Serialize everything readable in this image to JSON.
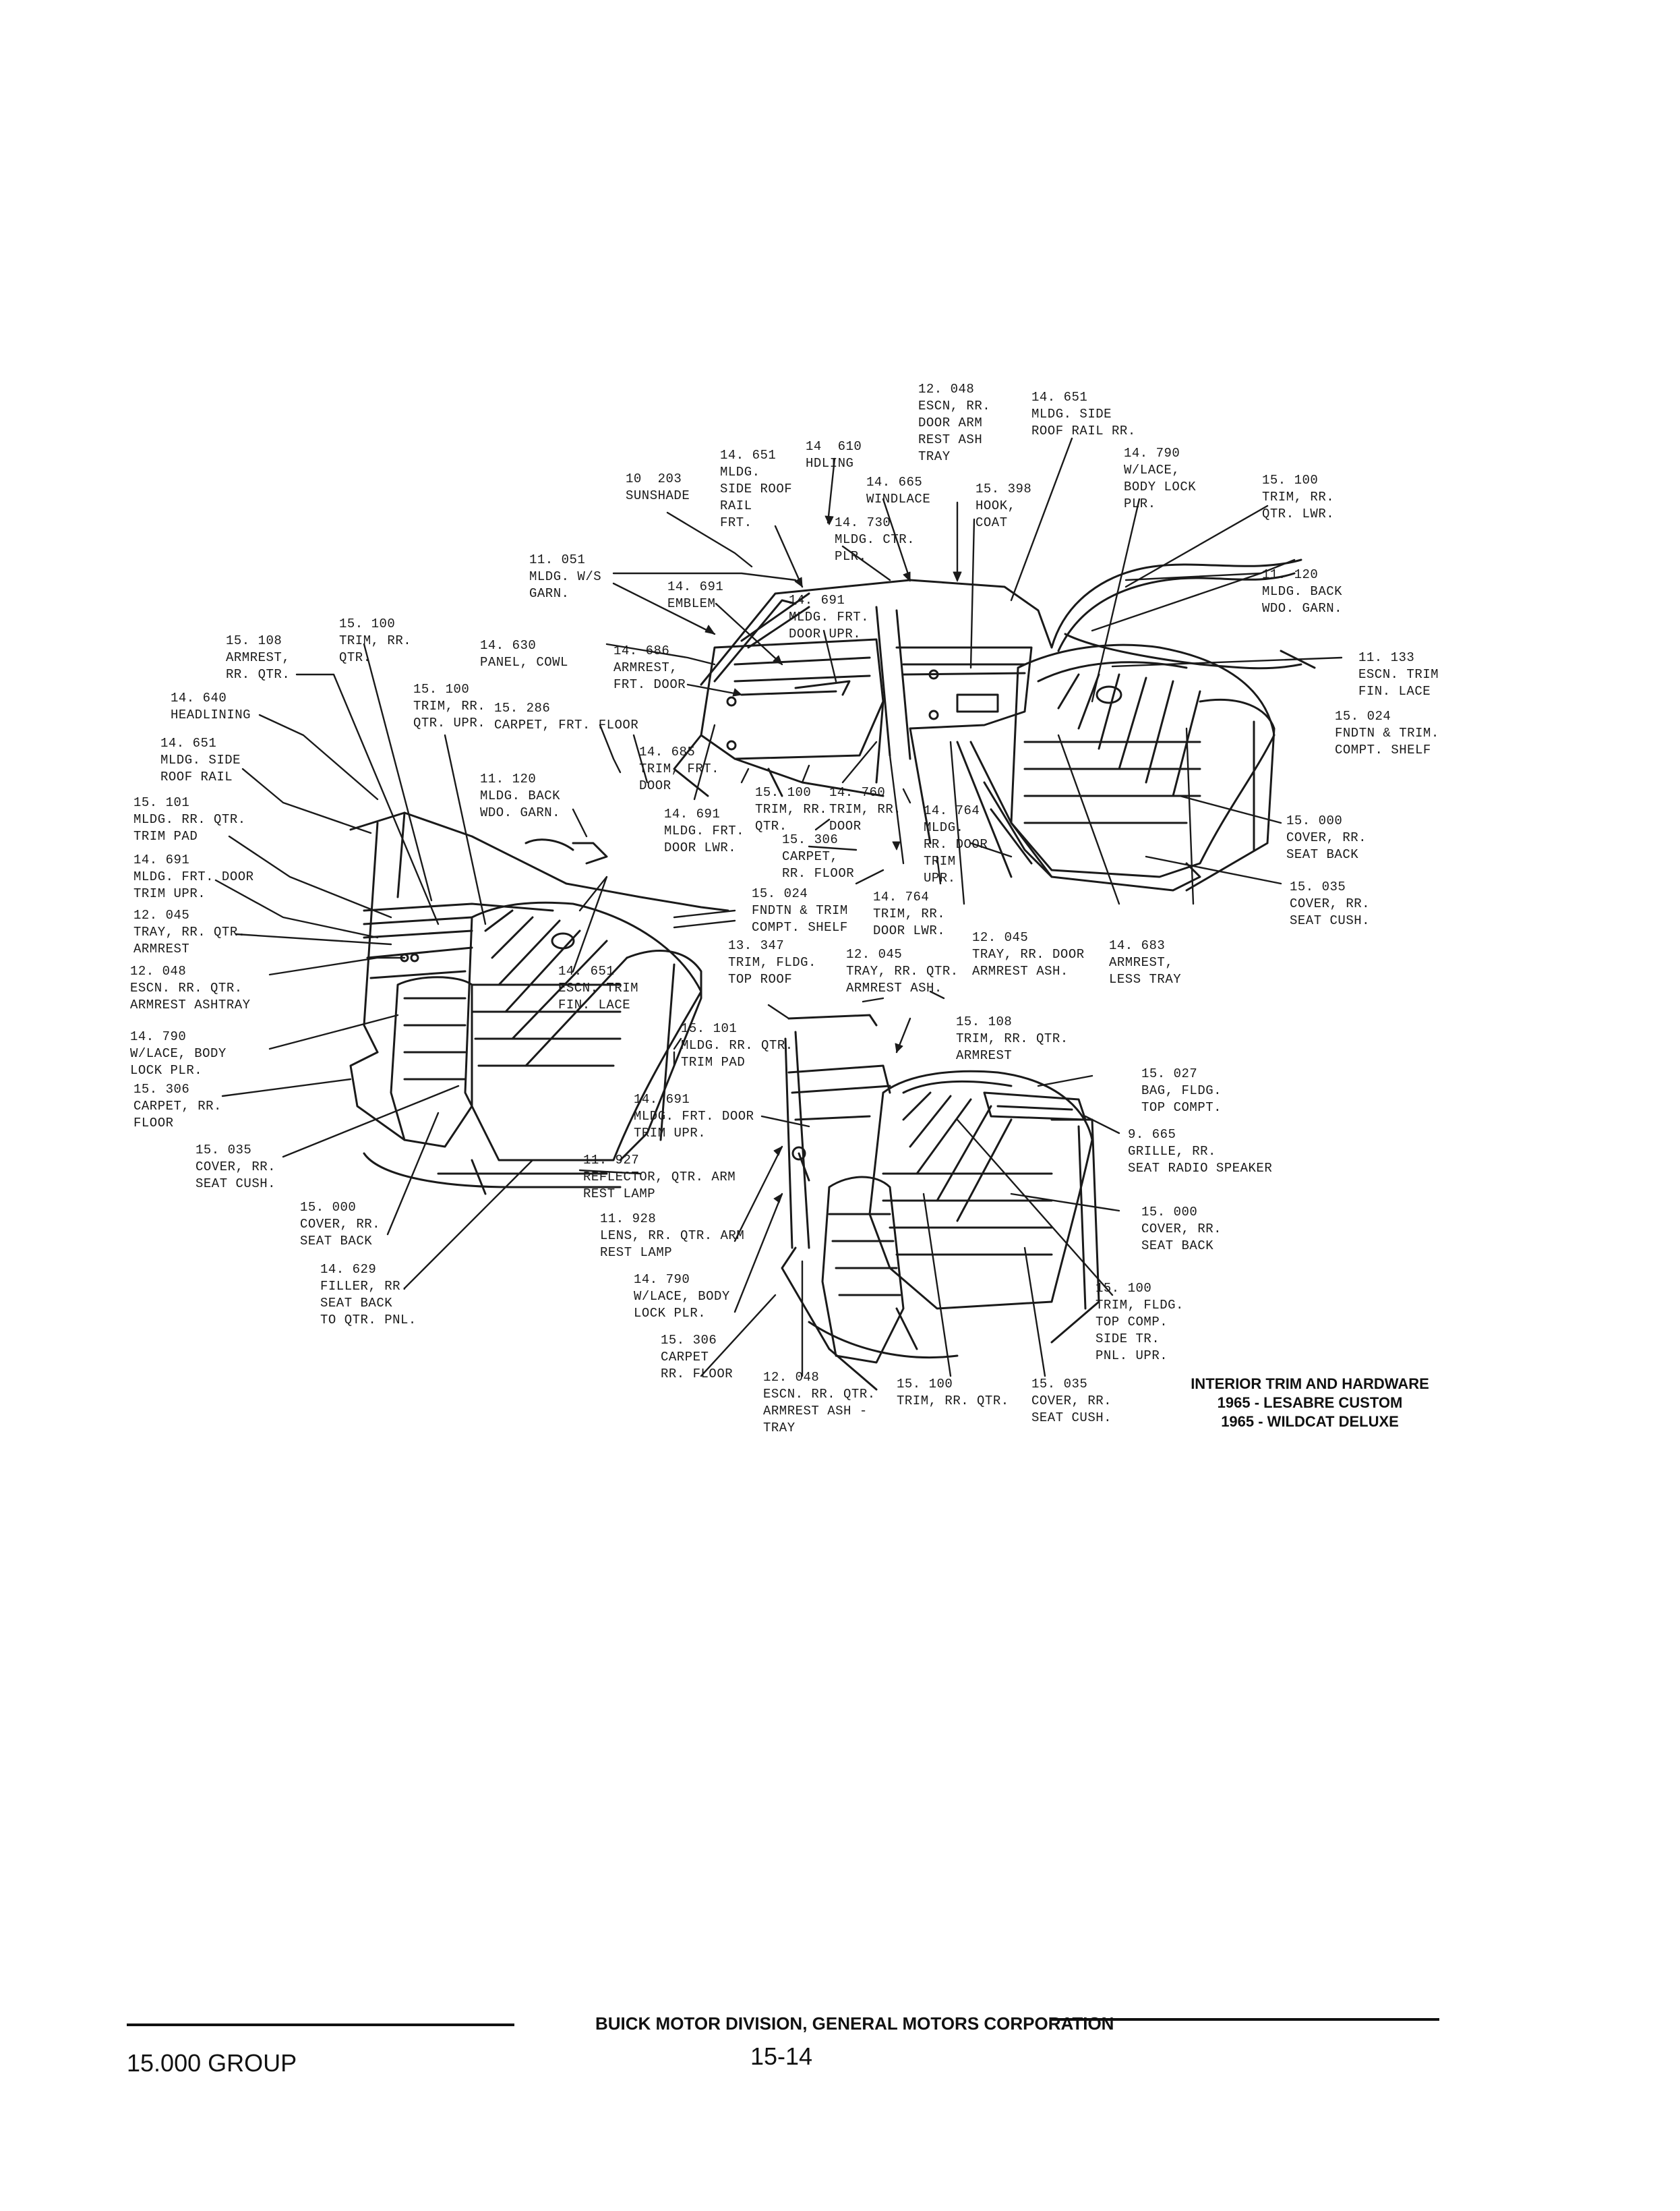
{
  "callouts": [
    {
      "id": "c1",
      "text": "12. 048\nESCN, RR.\nDOOR ARM\nREST ASH\nTRAY"
    },
    {
      "id": "c2",
      "text": "14. 651\nMLDG. SIDE\nROOF RAIL RR."
    },
    {
      "id": "c3",
      "text": "14. 651\nMLDG.\nSIDE ROOF\nRAIL\nFRT."
    },
    {
      "id": "c4",
      "text": "14  610\nHDLING"
    },
    {
      "id": "c5",
      "text": "10  203\nSUNSHADE"
    },
    {
      "id": "c6",
      "text": "14. 665\nWINDLACE"
    },
    {
      "id": "c7",
      "text": "15. 398\nHOOK,\nCOAT"
    },
    {
      "id": "c8",
      "text": "14. 790\nW/LACE,\nBODY LOCK\nPLR."
    },
    {
      "id": "c9",
      "text": "15. 100\nTRIM, RR.\nQTR. LWR."
    },
    {
      "id": "c10",
      "text": "14. 730\nMLDG. CTR.\nPLR."
    },
    {
      "id": "c11",
      "text": "11. 051\nMLDG. W/S\nGARN."
    },
    {
      "id": "c12",
      "text": "14. 691\nEMBLEM"
    },
    {
      "id": "c13",
      "text": "14. 691\nMLDG. FRT.\nDOOR UPR."
    },
    {
      "id": "c14",
      "text": "11. 120\nMLDG. BACK\nWDO. GARN."
    },
    {
      "id": "c15",
      "text": "15. 100\nTRIM, RR.\nQTR."
    },
    {
      "id": "c16",
      "text": "15. 108\nARMREST,\nRR. QTR."
    },
    {
      "id": "c17",
      "text": "14. 630\nPANEL, COWL"
    },
    {
      "id": "c18",
      "text": "14. 686\nARMREST,\nFRT. DOOR"
    },
    {
      "id": "c19",
      "text": "11. 133\nESCN. TRIM\nFIN. LACE"
    },
    {
      "id": "c20",
      "text": "14. 640\nHEADLINING"
    },
    {
      "id": "c21",
      "text": "15. 100\nTRIM, RR.\nQTR. UPR."
    },
    {
      "id": "c22",
      "text": "15. 286\nCARPET, FRT. FLOOR"
    },
    {
      "id": "c23",
      "text": "15. 024\nFNDTN & TRIM.\nCOMPT. SHELF"
    },
    {
      "id": "c24",
      "text": "14. 651\nMLDG. SIDE\nROOF RAIL"
    },
    {
      "id": "c25",
      "text": "14. 685\nTRIM, FRT.\nDOOR"
    },
    {
      "id": "c26",
      "text": "11. 120\nMLDG. BACK\nWDO. GARN."
    },
    {
      "id": "c27",
      "text": "15. 100\nTRIM, RR.\nQTR."
    },
    {
      "id": "c28",
      "text": "14. 760\nTRIM, RR.\nDOOR"
    },
    {
      "id": "c29",
      "text": "14. 764\nMLDG.\nRR. DOOR\nTRIM\nUPR."
    },
    {
      "id": "c30",
      "text": "15. 000\nCOVER, RR.\nSEAT BACK"
    },
    {
      "id": "c31",
      "text": "15. 101\nMLDG. RR. QTR.\nTRIM PAD"
    },
    {
      "id": "c32",
      "text": "14. 691\nMLDG. FRT.\nDOOR LWR."
    },
    {
      "id": "c33",
      "text": "15. 306\nCARPET,\nRR. FLOOR"
    },
    {
      "id": "c34",
      "text": "14. 691\nMLDG. FRT. DOOR\nTRIM UPR."
    },
    {
      "id": "c35",
      "text": "15. 035\nCOVER, RR.\nSEAT CUSH."
    },
    {
      "id": "c36",
      "text": "15. 024\nFNDTN & TRIM\nCOMPT. SHELF"
    },
    {
      "id": "c37",
      "text": "14. 764\nTRIM, RR.\nDOOR LWR."
    },
    {
      "id": "c38",
      "text": "12. 045\nTRAY, RR. QTR.\nARMREST"
    },
    {
      "id": "c39",
      "text": "12. 045\nTRAY, RR. DOOR\nARMREST ASH."
    },
    {
      "id": "c40",
      "text": "14. 683\nARMREST,\nLESS TRAY"
    },
    {
      "id": "c41",
      "text": "13. 347\nTRIM, FLDG.\nTOP ROOF"
    },
    {
      "id": "c42",
      "text": "12. 045\nTRAY, RR. QTR.\nARMREST ASH."
    },
    {
      "id": "c43",
      "text": "12. 048\nESCN. RR. QTR.\nARMREST ASHTRAY"
    },
    {
      "id": "c44",
      "text": "14. 651\nESCN. TRIM\nFIN. LACE"
    },
    {
      "id": "c45",
      "text": "15. 108\nTRIM, RR. QTR.\nARMREST"
    },
    {
      "id": "c46",
      "text": "14. 790\nW/LACE, BODY\nLOCK PLR."
    },
    {
      "id": "c47",
      "text": "15. 101\nMLDG. RR. QTR.\nTRIM PAD"
    },
    {
      "id": "c48",
      "text": "15. 027\nBAG, FLDG.\nTOP COMPT."
    },
    {
      "id": "c49",
      "text": "15. 306\nCARPET, RR.\nFLOOR"
    },
    {
      "id": "c50",
      "text": "14. 691\nMLDG. FRT. DOOR\nTRIM UPR."
    },
    {
      "id": "c51",
      "text": "9. 665\nGRILLE, RR.\nSEAT RADIO SPEAKER"
    },
    {
      "id": "c52",
      "text": "15. 035\nCOVER, RR.\nSEAT CUSH."
    },
    {
      "id": "c53",
      "text": "11. 927\nREFLECTOR, QTR. ARM\nREST LAMP"
    },
    {
      "id": "c54",
      "text": "15. 000\nCOVER, RR.\nSEAT BACK"
    },
    {
      "id": "c55",
      "text": "15. 000\nCOVER, RR.\nSEAT BACK"
    },
    {
      "id": "c56",
      "text": "11. 928\nLENS, RR. QTR. ARM\nREST LAMP"
    },
    {
      "id": "c57",
      "text": "14. 629\nFILLER, RR.\nSEAT BACK\nTO QTR. PNL."
    },
    {
      "id": "c58",
      "text": "14. 790\nW/LACE, BODY\nLOCK PLR."
    },
    {
      "id": "c59",
      "text": "15. 100\nTRIM, FLDG.\nTOP COMP.\nSIDE TR.\nPNL. UPR."
    },
    {
      "id": "c60",
      "text": "15. 306\nCARPET\nRR. FLOOR"
    },
    {
      "id": "c61",
      "text": "12. 048\nESCN. RR. QTR.\nARMREST ASH -\nTRAY"
    },
    {
      "id": "c62",
      "text": "15. 100\nTRIM, RR. QTR."
    },
    {
      "id": "c63",
      "text": "15. 035\nCOVER, RR.\nSEAT CUSH."
    }
  ],
  "title_block": {
    "line1": "INTERIOR TRIM AND HARDWARE",
    "line2": "1965 - LESABRE CUSTOM",
    "line3": "1965 - WILDCAT DELUXE"
  },
  "footer": {
    "publisher": "BUICK MOTOR DIVISION, GENERAL MOTORS CORPORATION",
    "group": "15.000 GROUP",
    "page": "15-14"
  }
}
